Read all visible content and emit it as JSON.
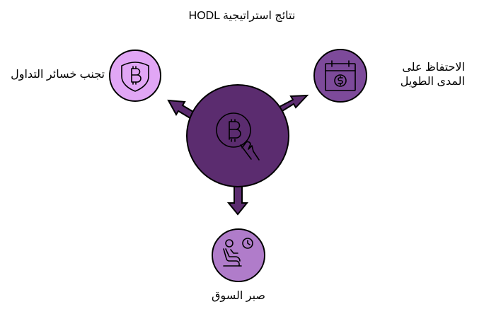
{
  "title": "HODL نتائج استراتيجية",
  "center": {
    "icon": "bitcoin-in-hand-icon",
    "color": "#5B2C6F"
  },
  "outcomes": [
    {
      "id": "avoid-trading-losses",
      "label": "تجنب خسائر التداول",
      "icon": "bitcoin-shield-icon",
      "color": "#E1A6F5",
      "position": "top-left"
    },
    {
      "id": "long-term-holding",
      "label": "الاحتفاظ على المدى الطويل",
      "icon": "calendar-dollar-icon",
      "color": "#7D4A9A",
      "position": "top-right"
    },
    {
      "id": "market-patience",
      "label": "صبر السوق",
      "icon": "seated-person-clock-icon",
      "color": "#B07CCA",
      "position": "bottom"
    }
  ],
  "colors": {
    "arrow": "#5B2C6F",
    "stroke": "#000000"
  }
}
